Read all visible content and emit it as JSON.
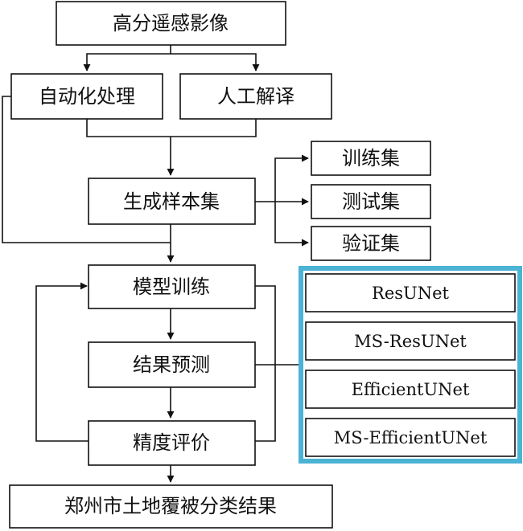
{
  "nodes": {
    "source_image": "高分遥感影像",
    "auto_processing": "自动化处理",
    "manual_interpretation": "人工解译",
    "generate_samples": "生成样本集",
    "training_set": "训练集",
    "test_set": "测试集",
    "validation_set": "验证集",
    "model_training": "模型训练",
    "result_prediction": "结果预测",
    "accuracy_evaluation": "精度评价",
    "final_result": "郑州市土地覆被分类结果"
  },
  "models": [
    "ResUNet",
    "MS-ResUNet",
    "EfficientUNet",
    "MS-EfficientUNet"
  ],
  "colors": {
    "model_panel_border": "#4bb3d3",
    "stroke": "#111111",
    "background": "#ffffff"
  }
}
